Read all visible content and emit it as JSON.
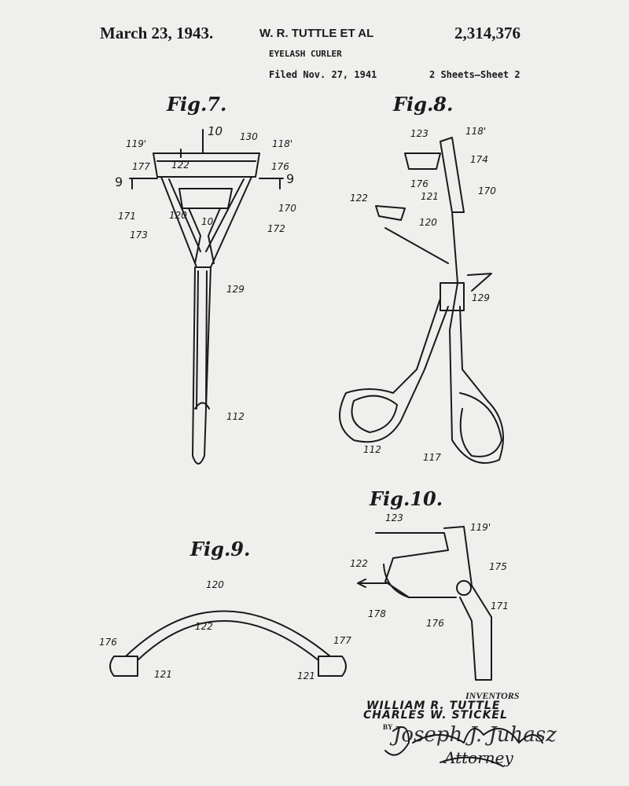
{
  "header": {
    "date": "March 23, 1943.",
    "inventor_line": "W. R. TUTTLE ET AL",
    "patent_number": "2,314,376",
    "title": "EYELASH CURLER",
    "filed": "Filed Nov. 27, 1941",
    "sheets": "2 Sheets—Sheet 2"
  },
  "figures": {
    "fig7": {
      "label": "Fig.7.",
      "refs": [
        "10",
        "119'",
        "130",
        "118'",
        "177",
        "122",
        "176",
        "9",
        "9",
        "171",
        "120",
        "10",
        "170",
        "173",
        "172",
        "129",
        "112"
      ]
    },
    "fig8": {
      "label": "Fig.8.",
      "refs": [
        "123",
        "118'",
        "174",
        "176",
        "121",
        "170",
        "122",
        "120",
        "129",
        "112",
        "117"
      ]
    },
    "fig9": {
      "label": "Fig.9.",
      "refs": [
        "120",
        "122",
        "176",
        "177",
        "121",
        "121"
      ]
    },
    "fig10": {
      "label": "Fig.10.",
      "refs": [
        "123",
        "119'",
        "122",
        "175",
        "178",
        "171",
        "176"
      ]
    }
  },
  "signature": {
    "inventors_label": "INVENTORS",
    "inventor_1": "WILLIAM R. TUTTLE",
    "inventor_2": "CHARLES W. STICKEL",
    "by": "BY",
    "attorney_signature": "Joseph J. Juhasz",
    "attorney_label": "Attorney"
  }
}
